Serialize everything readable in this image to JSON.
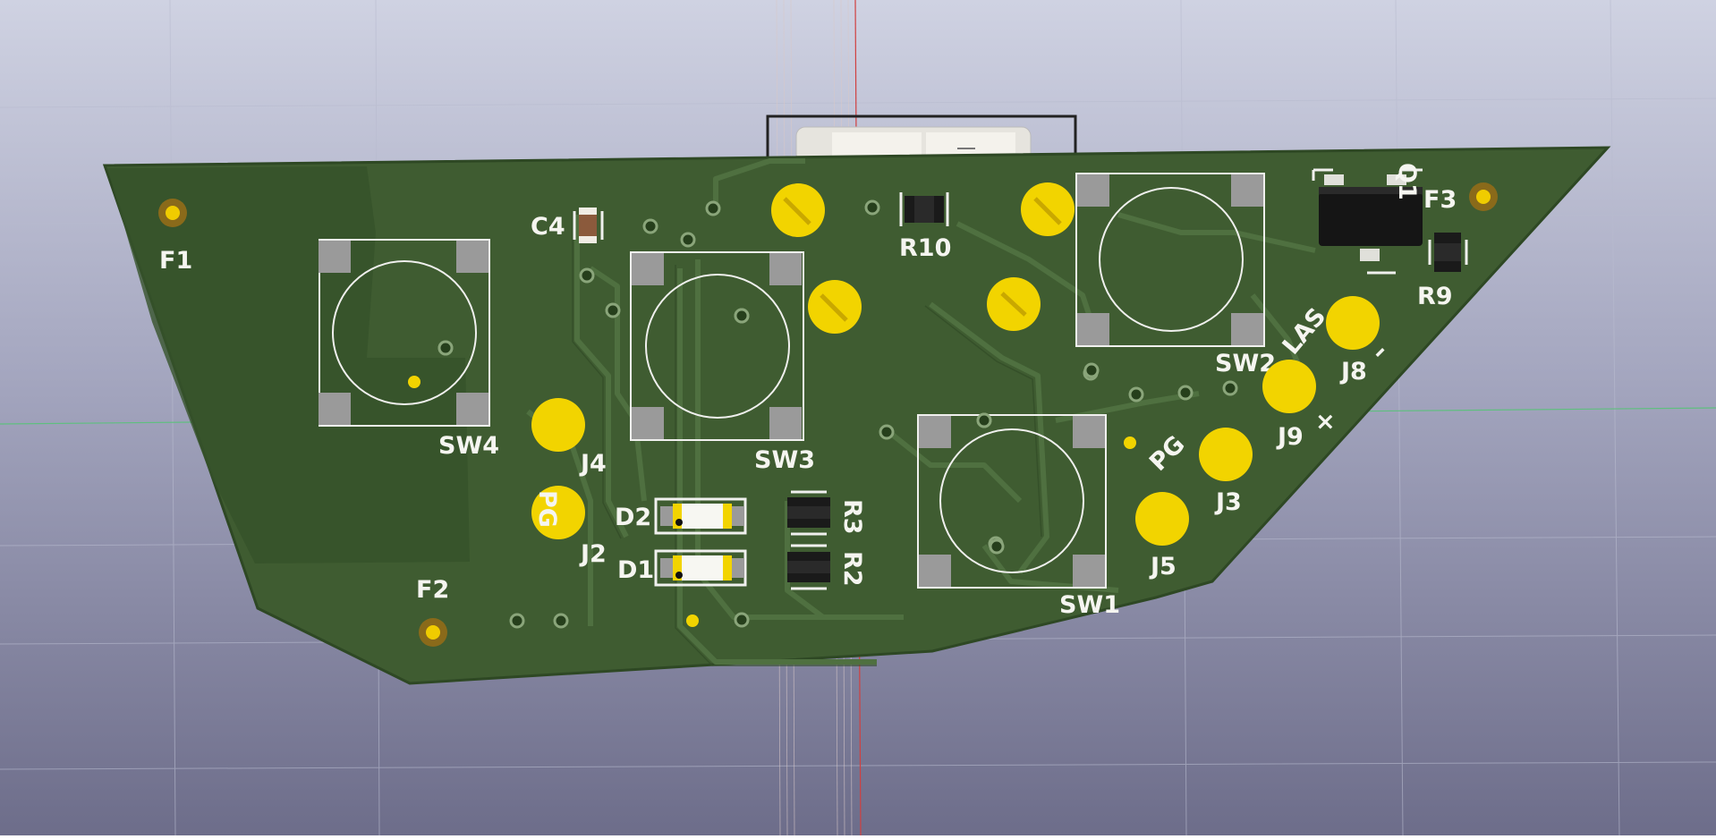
{
  "viewer": {
    "background_top": "#cdd0e0",
    "background_bottom": "#6f6f8c",
    "board_color": "#3e5b30",
    "board_edge_color": "#2f4a25",
    "copper_trace_color": "#4a6a3a",
    "pad_color": "#f2d400",
    "silk_color": "#f5f5f0",
    "axis_x_color": "#5fbf7f",
    "axis_y_color": "#d04040"
  },
  "components": {
    "fiducials": {
      "F1": "F1",
      "F2": "F2",
      "F3": "F3"
    },
    "switches": {
      "SW1": "SW1",
      "SW2": "SW2",
      "SW3": "SW3",
      "SW4": "SW4"
    },
    "connectors": {
      "J2": "J2",
      "J3": "J3",
      "J4": "J4",
      "J5": "J5",
      "J8": "J8",
      "J9": "J9"
    },
    "resistors": {
      "R2": "R2",
      "R3": "R3",
      "R9": "R9",
      "R10": "R10"
    },
    "leds": {
      "D1": "D1",
      "D2": "D2"
    },
    "capacitors": {
      "C4": "C4"
    },
    "ic": {
      "Q1": "Q1"
    }
  },
  "silkscreen": {
    "pg_left": "PG",
    "pg_right": "PG",
    "las": "LAS",
    "minus": "–",
    "plus": "×"
  }
}
